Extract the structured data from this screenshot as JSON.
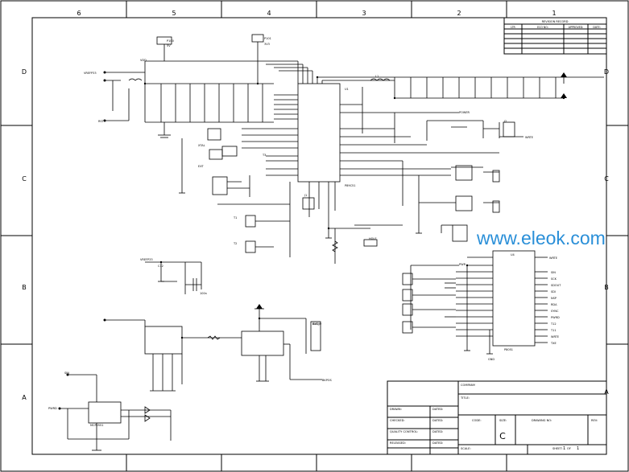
{
  "zone_columns": [
    "6",
    "5",
    "4",
    "3",
    "2",
    "1"
  ],
  "zone_rows": [
    "D",
    "C",
    "B",
    "A"
  ],
  "watermark": "www.eleok.com",
  "revision_table": {
    "title": "REVISION RECORD",
    "headers": [
      "LTR",
      "ECO NO:",
      "APPROVED:",
      "DATE:"
    ]
  },
  "title_block": {
    "company_label": "COMPANY:",
    "title_label": "TITLE:",
    "drawn_label": "DRAWN:",
    "checked_label": "CHECKED:",
    "quality_label": "QUALITY CONTROL:",
    "released_label": "RELEASED:",
    "date_label": "DATED:",
    "code_label": "CODE:",
    "size_label": "SIZE:",
    "drawing_no_label": "DRAWING NO:",
    "rev_label": "REV:",
    "size_value": "C",
    "scale_label": "SCALE:",
    "sheet_label": "SHEET:",
    "sheet_num": "1",
    "of_label": "OF",
    "sheet_total": "1"
  },
  "labels": {
    "vrefp": "VREFP33",
    "pwr_conn_top": "P100",
    "pwr_conn_top_val": "5V",
    "mid_conn": "P101",
    "mid_conn_val": "3V3",
    "u1": "U1",
    "u1_part": "P89C51",
    "l1": "L1",
    "j1": "J1",
    "j2": "J2",
    "pwr_jack": "POWER",
    "note_ret": "WRTE",
    "hole": "HOLE",
    "vdd": "VDD",
    "rst": "RST",
    "xtal": "XTAL",
    "ext_ref": "EXT",
    "t1": "T1",
    "t2": "T2",
    "t3": "T3",
    "vref_lbl": "VREFP33",
    "ext_conn": "EXT_P",
    "ext_conn_val": "BKPOS",
    "sig_line": "PWR",
    "ground": "GND",
    "u4": "U4",
    "u4_part": "P8051",
    "u4_net": "WRTE",
    "plug": "BUSIO",
    "ic_bottom": "MCP2551",
    "pwr_bottom": "PWRD",
    "side_pin": "SIN",
    "d_pins": [
      "SIN",
      "SCK",
      "SDOUT",
      "SDI",
      "NSP",
      "RDA",
      "SYNC",
      "PWRD",
      "T12",
      "T11",
      "WRTE",
      "TXE"
    ],
    "cap_lbl": "C12",
    "cap_val": "100n"
  }
}
